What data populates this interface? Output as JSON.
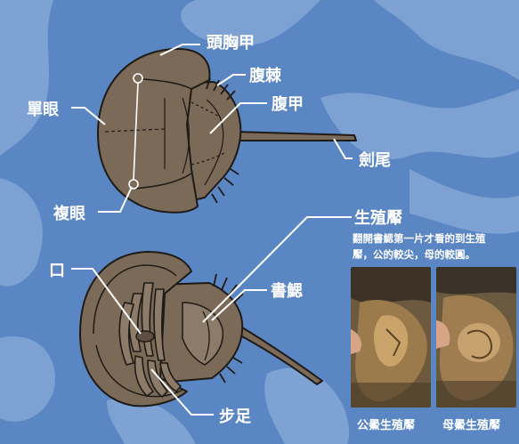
{
  "colors": {
    "background": "#5b86c4",
    "background_wave": "#8fb0de",
    "shell": "#7b6a58",
    "outline": "#1e1a16",
    "label": "#ffffff"
  },
  "top_view": {
    "labels": {
      "carapace": "頭胸甲",
      "opisthosoma_spines": "腹棘",
      "opisthosoma": "腹甲",
      "simple_eye": "單眼",
      "telson": "劍尾",
      "compound_eye": "複眼"
    }
  },
  "bottom_view": {
    "labels": {
      "genital_operculum": "生殖厴",
      "mouth": "口",
      "book_gill": "書鰓",
      "walking_legs": "步足"
    }
  },
  "note": {
    "line1": "翻開書鰓第一片才看的到生殖",
    "line2": "厴，公的較尖，母的較圓。"
  },
  "photos": [
    {
      "caption": "公鱟生殖厴",
      "icon": "male-genital-photo"
    },
    {
      "caption": "母鱟生殖厴",
      "icon": "female-genital-photo"
    }
  ]
}
